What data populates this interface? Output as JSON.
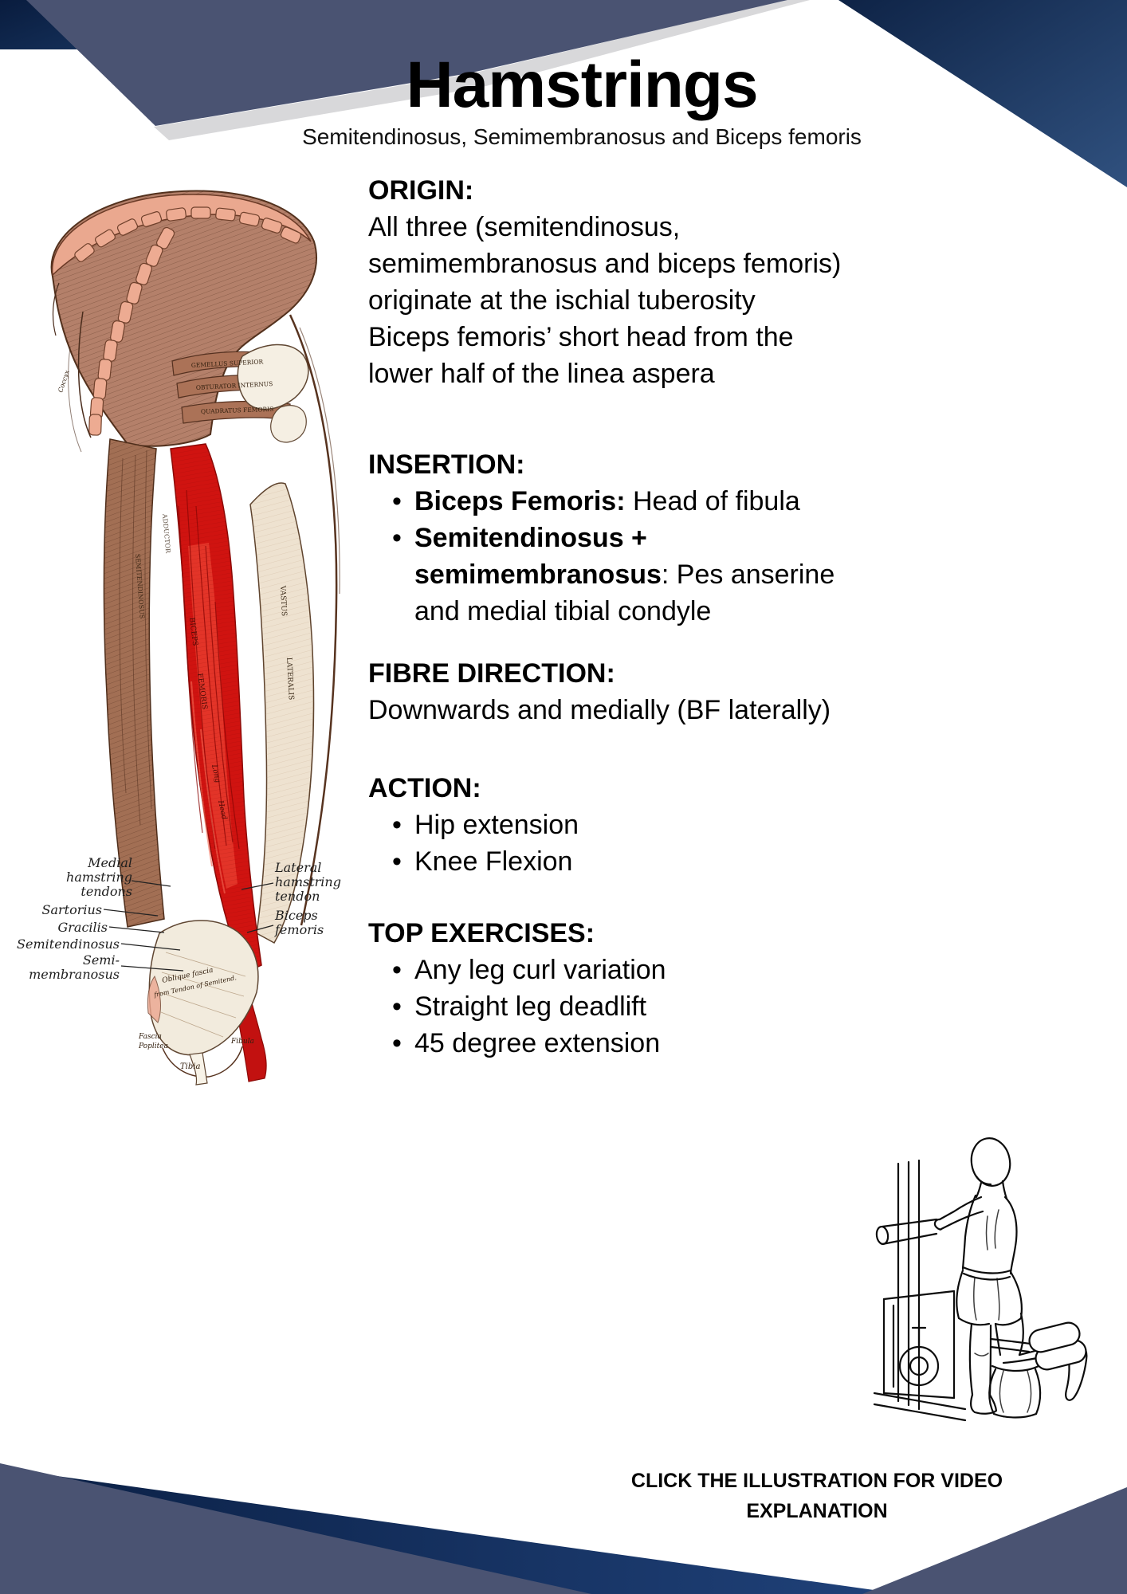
{
  "title": "Hamstrings",
  "subtitle": "Semitendinosus, Semimembranosus and Biceps femoris",
  "sections": {
    "origin": {
      "heading": "ORIGIN:",
      "lines": [
        "All three (semitendinosus,",
        "semimembranosus and biceps femoris)",
        "originate at the ischial tuberosity",
        "Biceps femoris’ short head from the",
        "lower half of the linea aspera"
      ]
    },
    "insertion": {
      "heading": "INSERTION:",
      "bullet1_bold": "Biceps Femoris:",
      "bullet1_rest": " Head of fibula",
      "bullet2_line1_bold": "Semitendinosus +",
      "bullet2_line2_bold": "semimembranosus",
      "bullet2_line2_rest": ": Pes anserine",
      "bullet2_line3": "and medial tibial condyle"
    },
    "fibre": {
      "heading": "FIBRE DIRECTION:",
      "text": "Downwards and medially (BF laterally)"
    },
    "action": {
      "heading": "ACTION:",
      "bullets": [
        "Hip extension",
        "Knee Flexion"
      ]
    },
    "exercises": {
      "heading": "TOP EXERCISES:",
      "bullets": [
        "Any leg curl variation",
        "Straight leg deadlift",
        "45 degree extension"
      ]
    }
  },
  "anatomy": {
    "labels_left": [
      "Medial\nhamstring\ntendons",
      "Sartorius",
      "Gracilis",
      "Semitendinosus",
      "Semi-\nmembranosus"
    ],
    "labels_right": [
      "Lateral\nhamstring\ntendon",
      "Biceps\nfemoris"
    ],
    "engraving": [
      "GEMELLUS SUPERIOR",
      "OBTURATOR INTERNUS",
      "QUADRATUS FEMORIS",
      "SEMITENDINOSUS",
      "ADDUCTOR",
      "BICEPS",
      "FEMORIS",
      "Long",
      "Head",
      "VASTUS",
      "LATERALIS",
      "Coccyx",
      "Oblique fascia",
      "from Tendon of Semitend.",
      "Fascia",
      "Poplitea",
      "Tibia",
      "Fibula"
    ]
  },
  "cta": "CLICK THE ILLUSTRATION FOR VIDEO EXPLANATION",
  "colors": {
    "navy_dark": "#0d2247",
    "navy_light": "#2e4f80",
    "slate": "#4a5372",
    "silver": "#d8d8da",
    "muscle_red": "#d01310",
    "flesh_pink": "#eaa88f",
    "muscle_brown": "#a9755b"
  }
}
